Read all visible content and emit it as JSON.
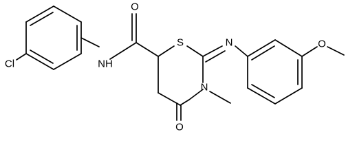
{
  "atoms": {
    "chlorine": "Cl",
    "amide_nitrogen": "N",
    "amide_hydrogen": "H",
    "ring_sulfur": "S",
    "imine_nitrogen": "N",
    "ring_nitrogen": "N",
    "ring_carbonyl_oxygen": "O",
    "amide_carbonyl_oxygen": "O",
    "methoxy_oxygen": "O"
  },
  "colors": {
    "bond": "#000000",
    "label": "#000000",
    "background": "#ffffff"
  }
}
